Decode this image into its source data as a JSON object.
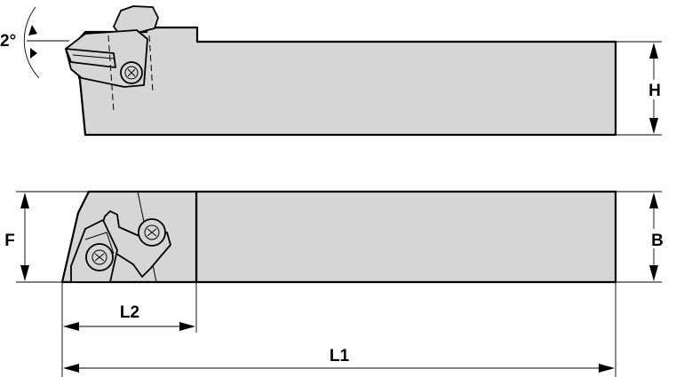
{
  "dimensions": {
    "angle": "2°",
    "height": "H",
    "width": "B",
    "offset": "F",
    "head_length": "L2",
    "overall_length": "L1"
  }
}
